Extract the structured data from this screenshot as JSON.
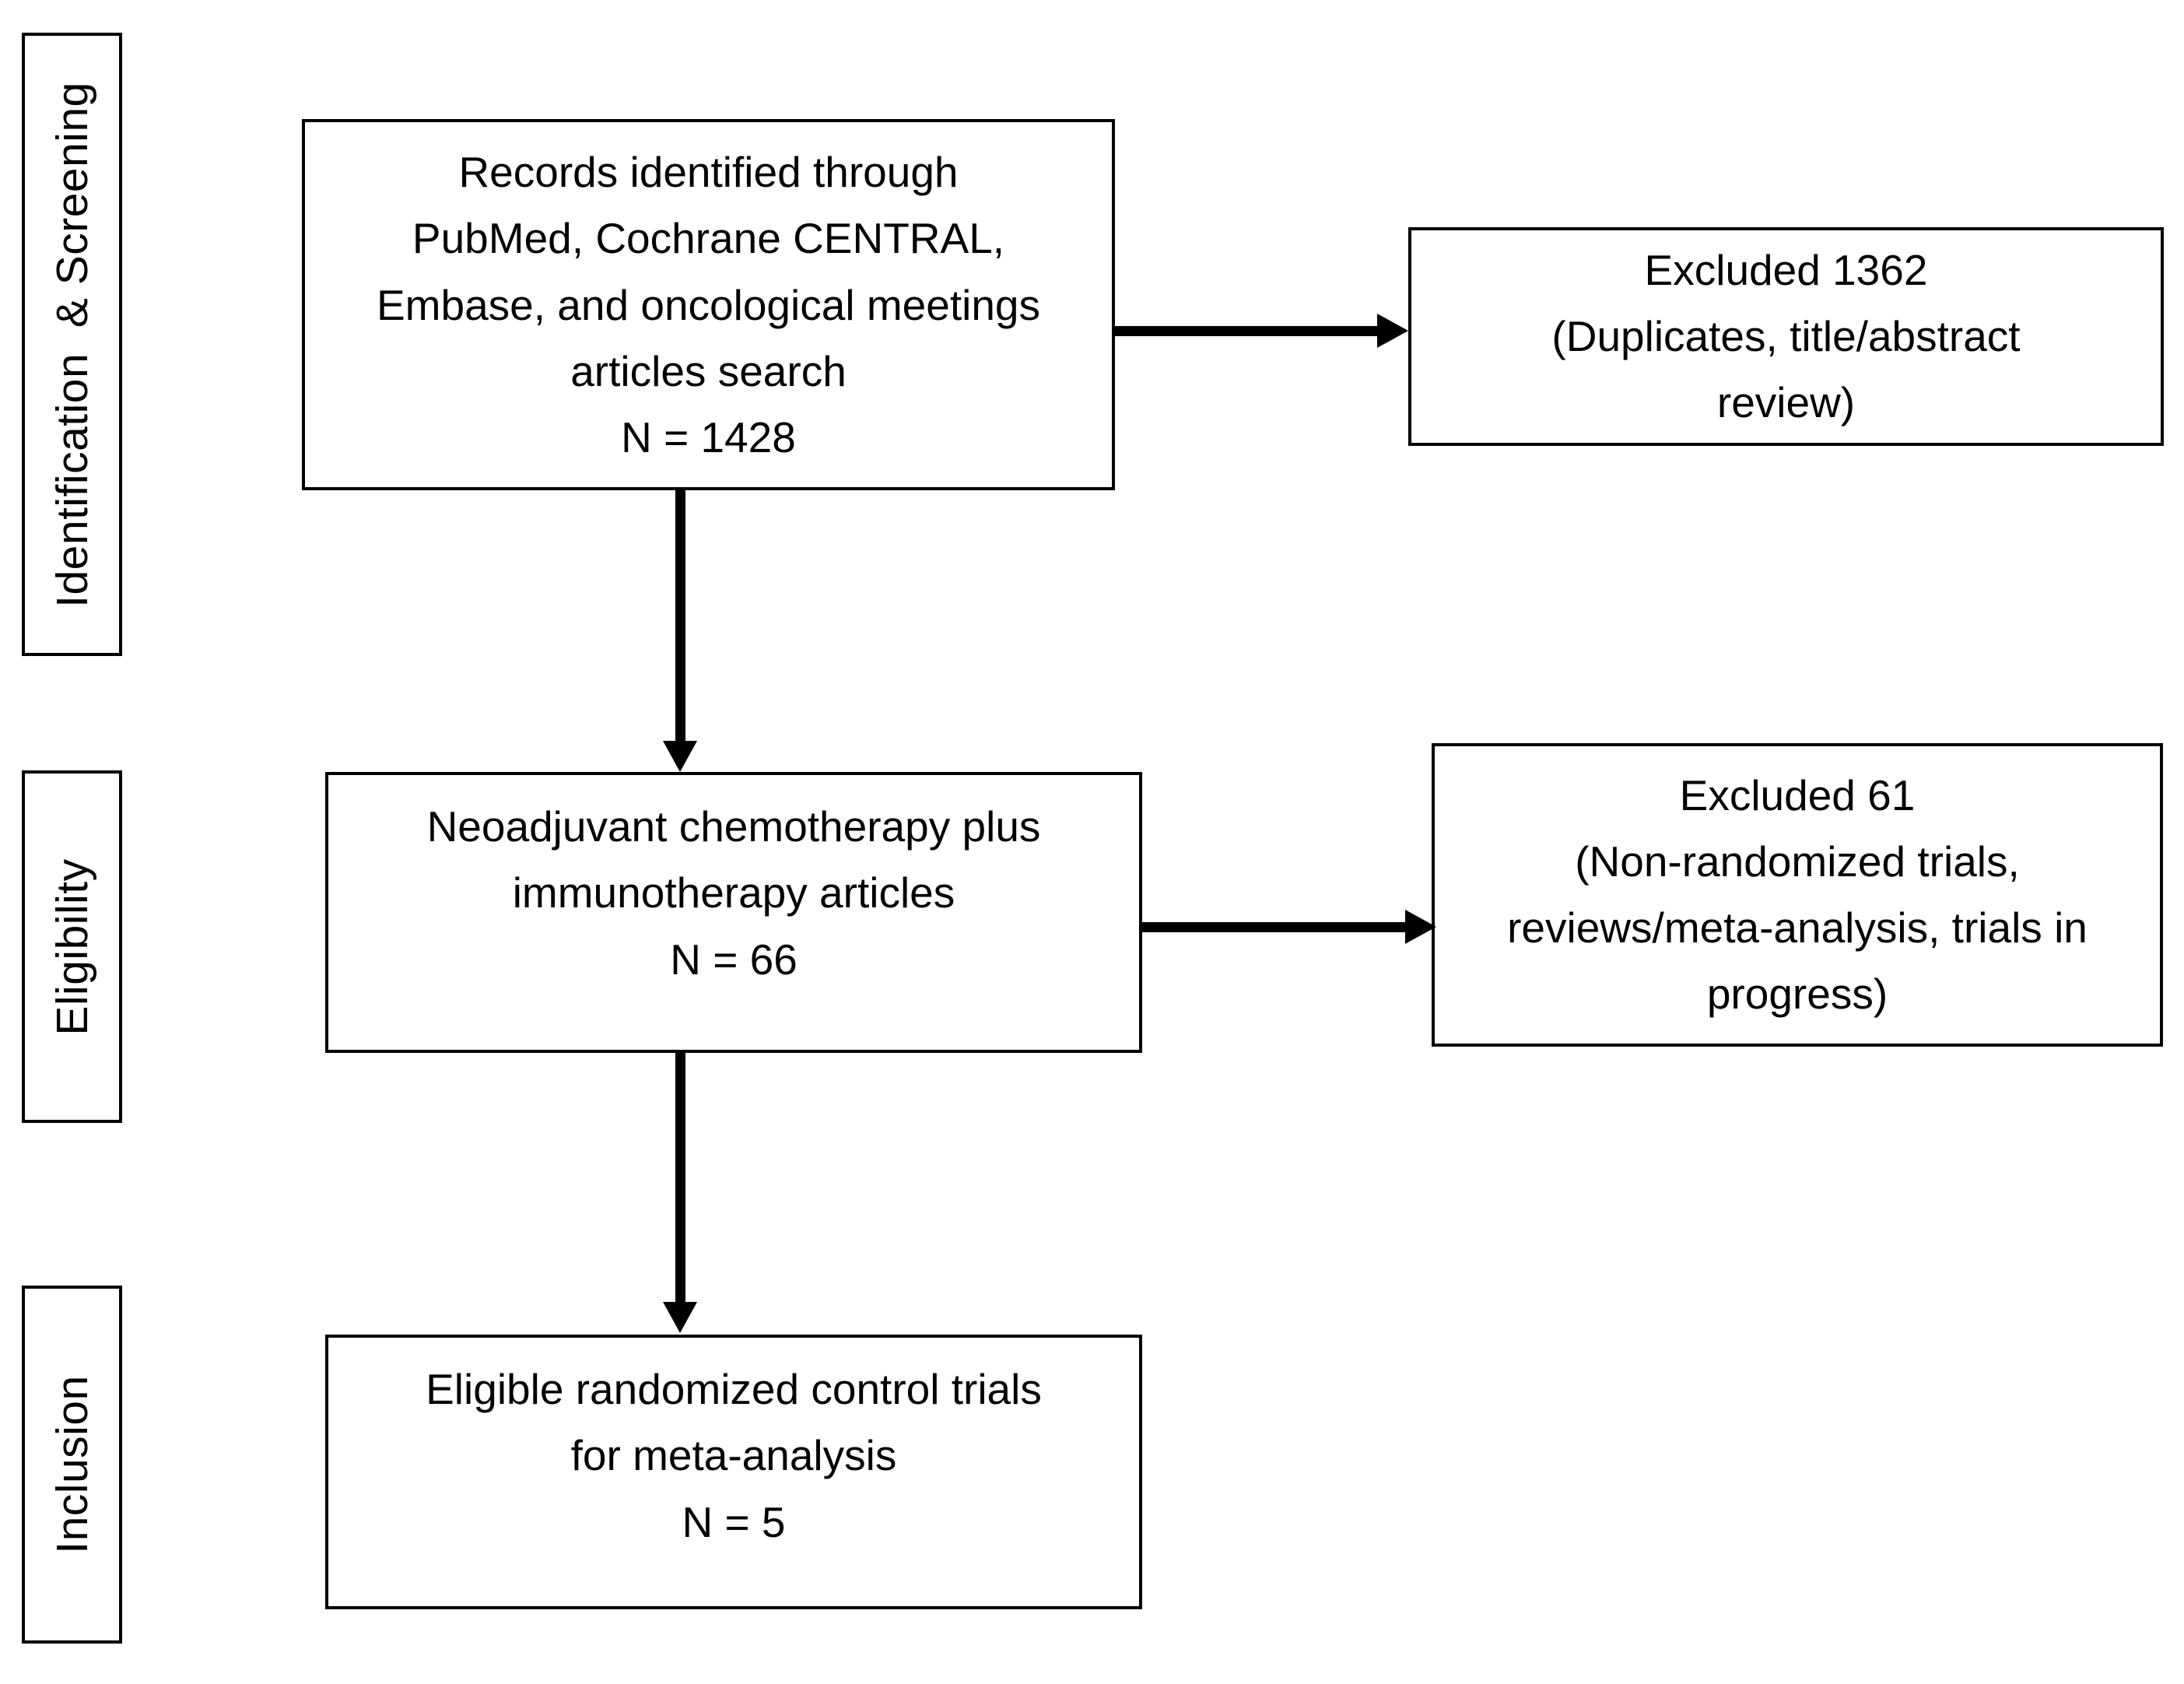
{
  "page": {
    "background_color": "#ffffff",
    "line_color": "#000000"
  },
  "diagram": {
    "type": "prisma-flowchart",
    "stages": [
      {
        "label": "Identification  & Screening"
      },
      {
        "label": "Eligibility"
      },
      {
        "label": "Inclusion"
      }
    ],
    "boxes": {
      "records": {
        "text": "Records identified through\nPubMed, Cochrane CENTRAL,\nEmbase, and oncological meetings\narticles search\nN = 1428"
      },
      "excluded_screening": {
        "text": "Excluded 1362\n(Duplicates, title/abstract\nreview)"
      },
      "eligibility_articles": {
        "text": "Neoadjuvant chemotherapy plus\nimmunotherapy articles\nN = 66"
      },
      "excluded_eligibility": {
        "text": "Excluded 61\n(Non-randomized trials,\nreviews/meta-analysis, trials in\nprogress)"
      },
      "included_trials": {
        "text": "Eligible randomized control trials\nfor meta-analysis\nN = 5"
      }
    },
    "counts": {
      "records_identified": 1428,
      "excluded_screening": 1362,
      "eligibility_articles": 66,
      "excluded_eligibility": 61,
      "included_trials": 5
    }
  }
}
